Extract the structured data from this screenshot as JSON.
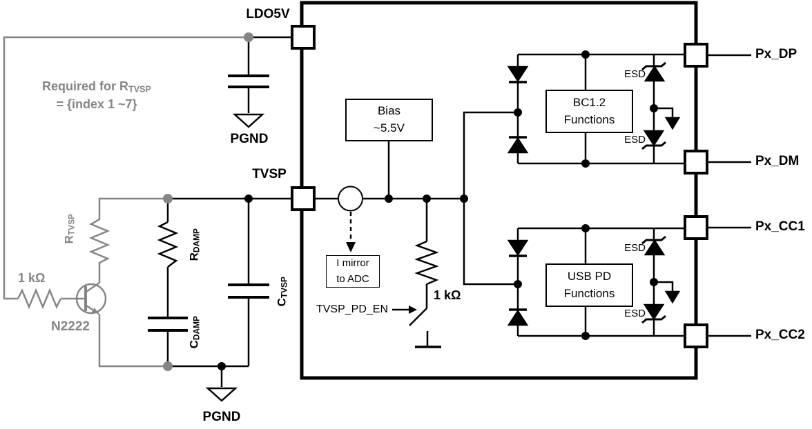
{
  "colors": {
    "line_black": "#000000",
    "line_gray": "#858585",
    "background": "#ffffff"
  },
  "note": {
    "line1_text": "Required for R",
    "line1_sub": "TVSP",
    "line2": "= {index 1 ~7}"
  },
  "external": {
    "ldo5v_pin": "LDO5V",
    "tvsp_pin": "TVSP",
    "pgnd_top": "PGND",
    "pgnd_bottom": "PGND",
    "r_tvsp": {
      "main": "R",
      "sub": "TVSP"
    },
    "base_resistor_value": "1 kΩ",
    "transistor_part": "N2222",
    "r_damp": {
      "main": "R",
      "sub": "DAMP"
    },
    "c_damp": {
      "main": "C",
      "sub": "DAMP"
    },
    "c_tvsp": {
      "main": "C",
      "sub": "TVSP"
    }
  },
  "internal": {
    "bias_block": {
      "line1": "Bias",
      "line2": "~5.5V"
    },
    "current_mirror_block": {
      "line1": "I mirror",
      "line2": "to ADC"
    },
    "pulldown_enable_signal": "TVSP_PD_EN",
    "pulldown_resistor_value": "1 kΩ",
    "bc12_block": {
      "line1": "BC1.2",
      "line2": "Functions"
    },
    "usbpd_block": {
      "line1": "USB PD",
      "line2": "Functions"
    },
    "esd_label": "ESD"
  },
  "right_pins": {
    "px_dp": "Px_DP",
    "px_dm": "Px_DM",
    "px_cc1": "Px_CC1",
    "px_cc2": "Px_CC2"
  }
}
